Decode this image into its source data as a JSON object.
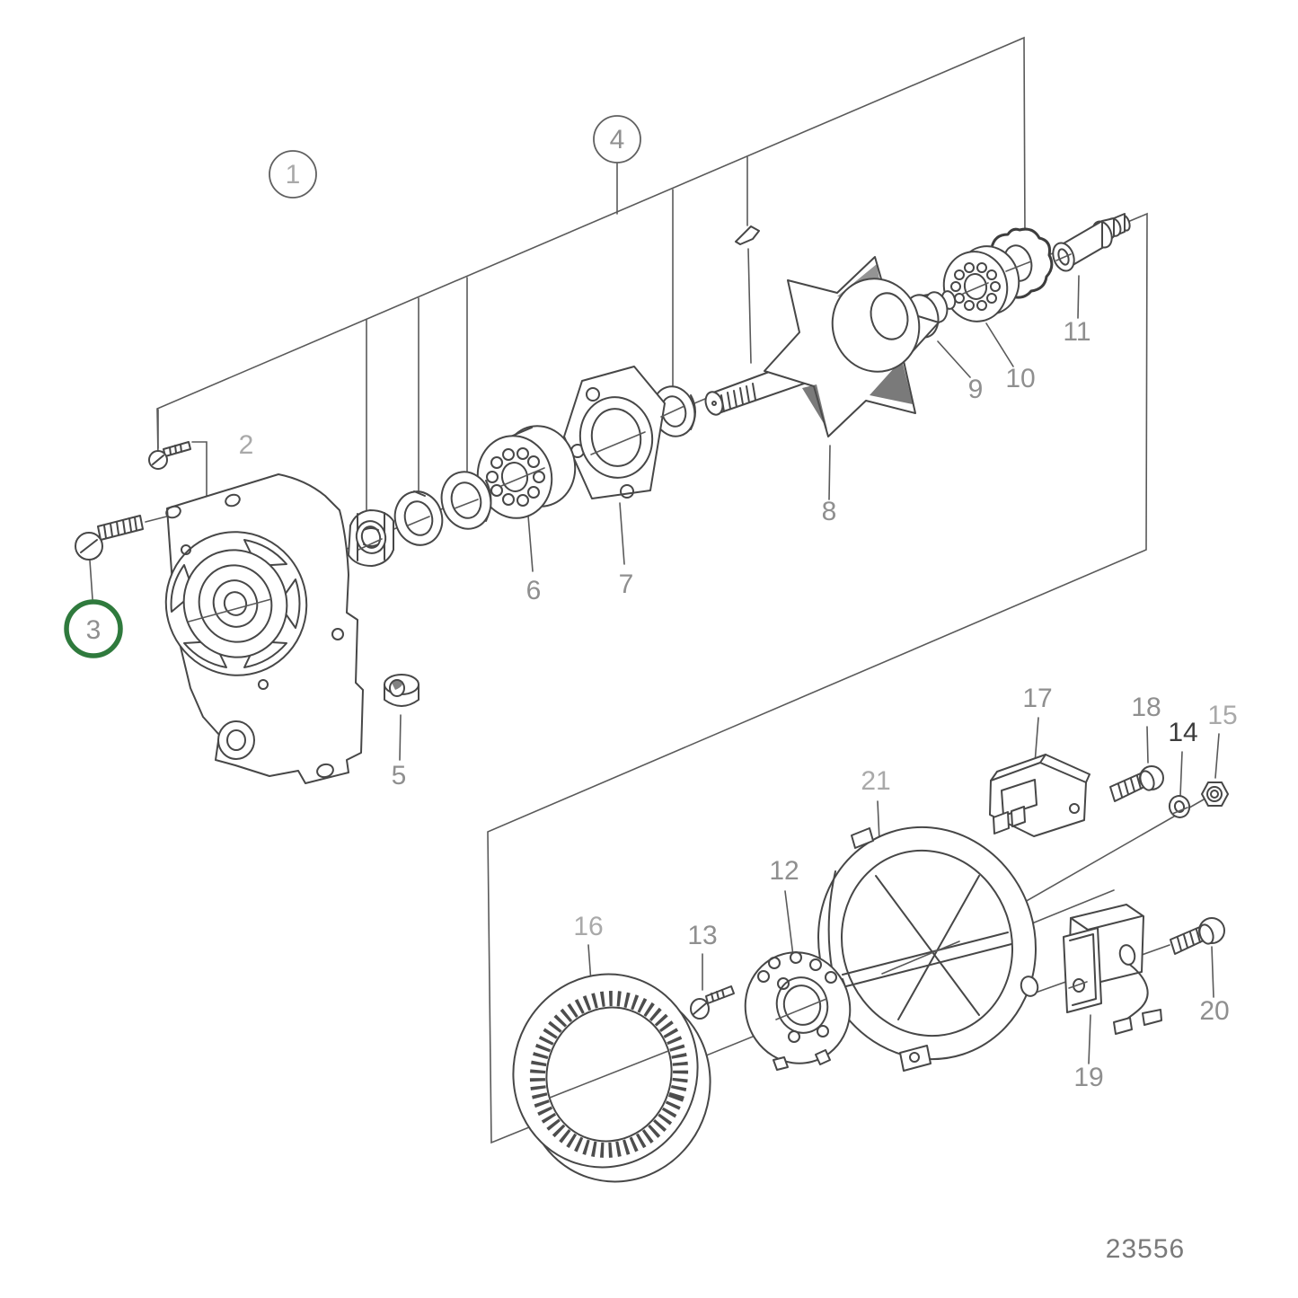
{
  "drawing_number": "23556",
  "colors": {
    "background": "#ffffff",
    "line": "#474747",
    "leader_line": "#5a5a5a",
    "label_gray": "#8f8f8f",
    "label_dark": "#3c3c3c",
    "label_light": "#a9a9a9",
    "highlight_green": "#2f7a3d"
  },
  "callouts": {
    "plain_circled": [
      "1",
      "4"
    ],
    "highlighted_circled": [
      "3"
    ]
  },
  "labels": {
    "1": "1",
    "2": "2",
    "3": "3",
    "4": "4",
    "5": "5",
    "6": "6",
    "7": "7",
    "8": "8",
    "9": "9",
    "10": "10",
    "11": "11",
    "12": "12",
    "13": "13",
    "14": "14",
    "15": "15",
    "16": "16",
    "17": "17",
    "18": "18",
    "19": "19",
    "20": "20",
    "21": "21"
  }
}
